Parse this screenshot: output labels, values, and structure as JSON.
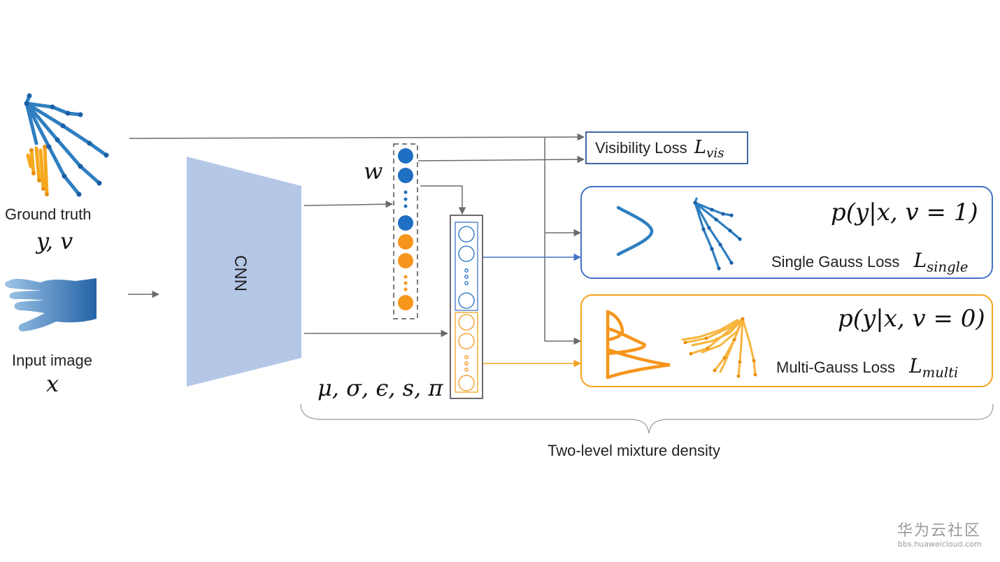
{
  "ground_truth": {
    "label": "Ground truth",
    "math": "y, v"
  },
  "input": {
    "label": "Input image",
    "math": "x"
  },
  "network": {
    "label": "CNN"
  },
  "weights": {
    "math": "w"
  },
  "params": {
    "math": "μ, σ, ϵ, s, π"
  },
  "visibility": {
    "label": "Visibility Loss",
    "math_main": "L",
    "math_sub": "vis"
  },
  "single": {
    "formula": "p(y|x, v = 1)",
    "label": "Single Gauss Loss",
    "math_main": "L",
    "math_sub": "single"
  },
  "multi": {
    "formula": "p(y|x, v = 0)",
    "label": "Multi-Gauss Loss",
    "math_main": "L",
    "math_sub": "multi"
  },
  "brace": {
    "label": "Two-level mixture density"
  },
  "watermark": {
    "brand": "华为云社区",
    "url": "bbs.huaweicloud.com"
  },
  "colors": {
    "blue": "#1f6fc2",
    "orange": "#f6951c",
    "cnn": "#b4c7e7",
    "box_blue": "#4472c4",
    "box_orange": "#f2a31b",
    "arrow": "#6b6b6b"
  }
}
